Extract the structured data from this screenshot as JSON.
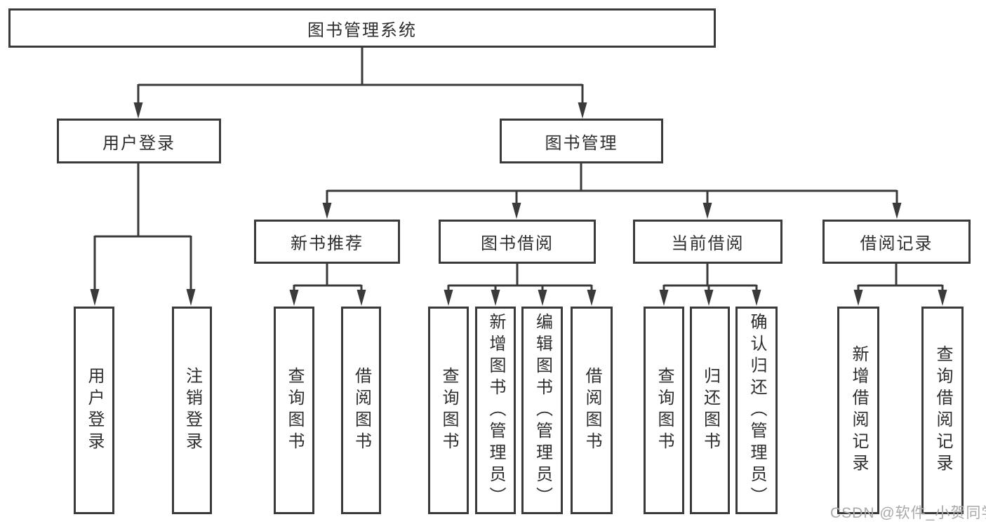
{
  "tree": {
    "label": "图书管理系统",
    "children": [
      {
        "label": "用户登录",
        "children": [
          {
            "label": "用户登录"
          },
          {
            "label": "注销登录"
          }
        ]
      },
      {
        "label": "图书管理",
        "children": [
          {
            "label": "新书推荐",
            "children": [
              {
                "label": "查询图书"
              },
              {
                "label": "借阅图书"
              }
            ]
          },
          {
            "label": "图书借阅",
            "children": [
              {
                "label": "查询图书"
              },
              {
                "label": "新增图书（管理员）"
              },
              {
                "label": "编辑图书（管理员）"
              },
              {
                "label": "借阅图书"
              }
            ]
          },
          {
            "label": "当前借阅",
            "children": [
              {
                "label": "查询图书"
              },
              {
                "label": "归还图书"
              },
              {
                "label": "确认归还（管理员）"
              }
            ]
          },
          {
            "label": "借阅记录",
            "children": [
              {
                "label": "新增借阅记录"
              },
              {
                "label": "查询借阅记录"
              }
            ]
          }
        ]
      }
    ]
  },
  "watermark": "CSDN @软件_小贺同学",
  "colors": {
    "line": "#3a3a3a",
    "text": "#2e2e2e",
    "watermark": "#a9a9ab",
    "background": "#ffffff"
  }
}
